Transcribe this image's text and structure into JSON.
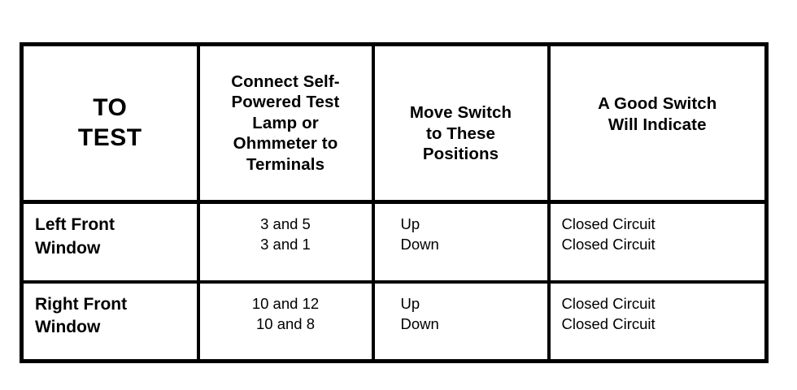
{
  "table": {
    "headers": [
      {
        "id": "to-test",
        "lines": [
          "TO",
          "TEST"
        ]
      },
      {
        "id": "terminals",
        "lines": [
          "Connect Self-",
          "Powered Test",
          "Lamp or",
          "Ohmmeter to",
          "Terminals"
        ]
      },
      {
        "id": "positions",
        "lines": [
          "Move Switch",
          "to These",
          "Positions"
        ]
      },
      {
        "id": "indicate",
        "lines": [
          "A Good Switch",
          "Will Indicate"
        ]
      }
    ],
    "rows": [
      {
        "id": "left-front-window",
        "test": [
          "Left Front",
          "Window"
        ],
        "terminals": [
          "3 and 5",
          "3 and 1"
        ],
        "positions": [
          "Up",
          "Down"
        ],
        "indicate": [
          "Closed Circuit",
          "Closed Circuit"
        ]
      },
      {
        "id": "right-front-window",
        "test": [
          "Right Front",
          "Window"
        ],
        "terminals": [
          "10 and 12",
          "10 and 8"
        ],
        "positions": [
          "Up",
          "Down"
        ],
        "indicate": [
          "Closed Circuit",
          "Closed Circuit"
        ]
      }
    ]
  },
  "colors": {
    "background": "#ffffff",
    "border": "#000000",
    "text": "#000000"
  }
}
